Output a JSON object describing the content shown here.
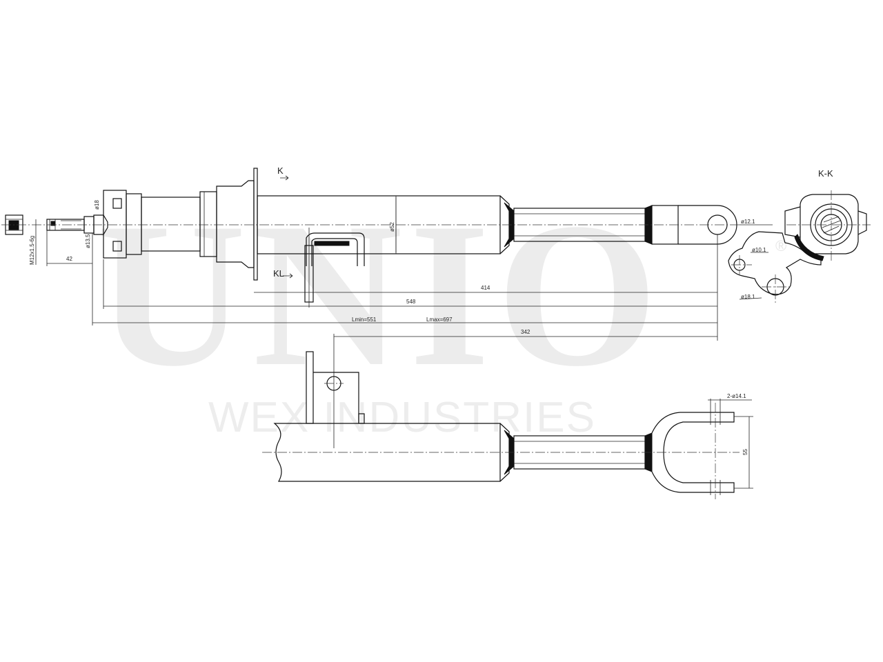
{
  "watermark": {
    "brand": "UNIO",
    "company": "WEX INDUSTRIES",
    "registered_mark": "®"
  },
  "section_marks": {
    "k": "K",
    "kl": "KL",
    "kk": "K-K"
  },
  "dimensions": {
    "thread": "M12x1.5-6g",
    "d18": "ø18",
    "d13_5": "ø13,5",
    "d52": "ø52",
    "len42": "42",
    "len414": "414",
    "len548": "548",
    "lmin": "Lmin=551",
    "lmax": "Lmax=697",
    "len342": "342",
    "d12_1": "ø12.1",
    "d10_1": "ø10.1",
    "d18_1": "ø18.1",
    "holes": "2-ø14.1",
    "len55": "55"
  }
}
